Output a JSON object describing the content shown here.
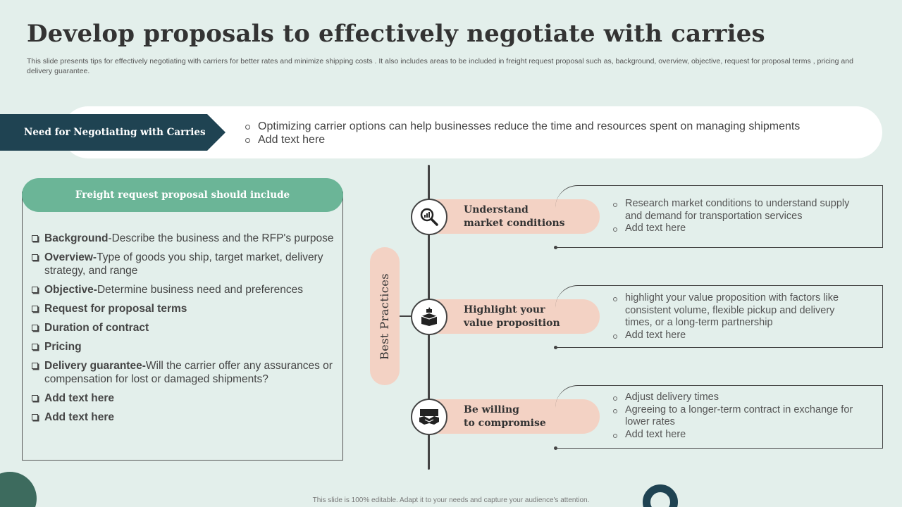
{
  "title": "Develop proposals to effectively negotiate with carries",
  "subtitle": "This slide presents tips for effectively negotiating with carriers for better rates and minimize shipping costs . It also includes areas to be included in freight request proposal such as, background, overview, objective, request for proposal terms , pricing  and delivery guarantee.",
  "need": {
    "label": "Need for Negotiating with Carries",
    "items": [
      "Optimizing carrier options can help businesses reduce the time and resources spent on managing shipments",
      "Add text here"
    ]
  },
  "freight": {
    "heading": "Freight request proposal should include",
    "items": [
      {
        "bold": "Background",
        "text": "-Describe the business and the RFP's purpose"
      },
      {
        "bold": "Overview-",
        "text": "Type of goods you ship, target market, delivery strategy, and range"
      },
      {
        "bold": "Objective-",
        "text": "Determine business need and preferences"
      },
      {
        "bold": "Request for proposal terms",
        "text": ""
      },
      {
        "bold": "Duration of contract",
        "text": ""
      },
      {
        "bold": "Pricing",
        "text": ""
      },
      {
        "bold": "Delivery guarantee-",
        "text": "Will the carrier offer any assurances or compensation for lost or damaged shipments?"
      },
      {
        "bold": "Add text here",
        "text": ""
      },
      {
        "bold": "Add text here",
        "text": ""
      }
    ]
  },
  "best_practices": {
    "label": "Best Practices",
    "steps": [
      {
        "line1": "Understand",
        "line2": "market conditions",
        "icon": "market-research-icon",
        "points": [
          "Research market conditions to understand supply and demand for transportation services",
          "Add text here"
        ]
      },
      {
        "line1": "Highlight your",
        "line2": "value proposition",
        "icon": "value-box-icon",
        "points": [
          "highlight your value proposition with factors like consistent volume, flexible pickup and delivery times, or a long-term partnership",
          "Add text here"
        ]
      },
      {
        "line1": "Be willing",
        "line2": "to compromise",
        "icon": "handshake-icon",
        "points": [
          "Adjust delivery times",
          "Agreeing to a longer-term contract in exchange for lower rates",
          "Add text here"
        ]
      }
    ]
  },
  "footer": "This slide is 100% editable.  Adapt it to your needs and capture your audience's attention.",
  "colors": {
    "background": "#e3efeb",
    "navy": "#1f4352",
    "green": "#6bb597",
    "peach": "#f3d2c4",
    "dark_green": "#3d6b5e"
  }
}
